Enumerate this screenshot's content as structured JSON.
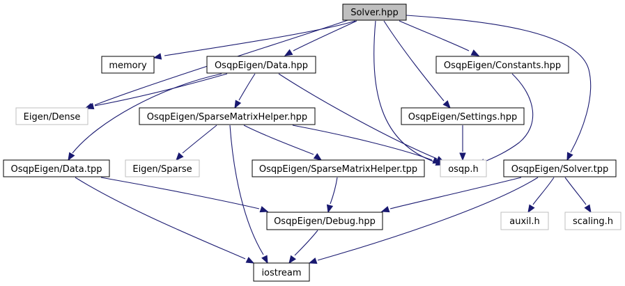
{
  "colors": {
    "edge": "#191970",
    "node_border": "#000000",
    "external_border": "#bfbfbf",
    "root_fill": "#bfbfbf",
    "node_fill": "#ffffff",
    "label_text": "#000000"
  },
  "nodes": {
    "solver_hpp": {
      "label": "Solver.hpp",
      "kind": "root"
    },
    "memory": {
      "label": "memory",
      "kind": "internal"
    },
    "data_hpp": {
      "label": "OsqpEigen/Data.hpp",
      "kind": "internal"
    },
    "constants_hpp": {
      "label": "OsqpEigen/Constants.hpp",
      "kind": "internal"
    },
    "eigen_dense": {
      "label": "Eigen/Dense",
      "kind": "external"
    },
    "sparse_helper_hpp": {
      "label": "OsqpEigen/SparseMatrixHelper.hpp",
      "kind": "internal"
    },
    "settings_hpp": {
      "label": "OsqpEigen/Settings.hpp",
      "kind": "internal"
    },
    "data_tpp": {
      "label": "OsqpEigen/Data.tpp",
      "kind": "internal"
    },
    "eigen_sparse": {
      "label": "Eigen/Sparse",
      "kind": "external"
    },
    "sparse_helper_tpp": {
      "label": "OsqpEigen/SparseMatrixHelper.tpp",
      "kind": "internal"
    },
    "osqp_h": {
      "label": "osqp.h",
      "kind": "external"
    },
    "solver_tpp": {
      "label": "OsqpEigen/Solver.tpp",
      "kind": "internal"
    },
    "debug_hpp": {
      "label": "OsqpEigen/Debug.hpp",
      "kind": "internal"
    },
    "auxil_h": {
      "label": "auxil.h",
      "kind": "external"
    },
    "scaling_h": {
      "label": "scaling.h",
      "kind": "external"
    },
    "iostream": {
      "label": "iostream",
      "kind": "internal"
    }
  },
  "edges": [
    {
      "from": "solver_hpp",
      "to": "memory"
    },
    {
      "from": "solver_hpp",
      "to": "data_hpp"
    },
    {
      "from": "solver_hpp",
      "to": "eigen_dense"
    },
    {
      "from": "solver_hpp",
      "to": "constants_hpp"
    },
    {
      "from": "solver_hpp",
      "to": "settings_hpp"
    },
    {
      "from": "solver_hpp",
      "to": "osqp_h"
    },
    {
      "from": "solver_hpp",
      "to": "solver_tpp"
    },
    {
      "from": "data_hpp",
      "to": "eigen_dense"
    },
    {
      "from": "data_hpp",
      "to": "sparse_helper_hpp"
    },
    {
      "from": "data_hpp",
      "to": "osqp_h"
    },
    {
      "from": "data_hpp",
      "to": "data_tpp"
    },
    {
      "from": "constants_hpp",
      "to": "osqp_h"
    },
    {
      "from": "sparse_helper_hpp",
      "to": "eigen_sparse"
    },
    {
      "from": "sparse_helper_hpp",
      "to": "sparse_helper_tpp"
    },
    {
      "from": "sparse_helper_hpp",
      "to": "osqp_h"
    },
    {
      "from": "sparse_helper_hpp",
      "to": "iostream"
    },
    {
      "from": "settings_hpp",
      "to": "osqp_h"
    },
    {
      "from": "data_tpp",
      "to": "debug_hpp"
    },
    {
      "from": "data_tpp",
      "to": "iostream"
    },
    {
      "from": "sparse_helper_tpp",
      "to": "debug_hpp"
    },
    {
      "from": "solver_tpp",
      "to": "debug_hpp"
    },
    {
      "from": "solver_tpp",
      "to": "iostream"
    },
    {
      "from": "solver_tpp",
      "to": "auxil_h"
    },
    {
      "from": "solver_tpp",
      "to": "scaling_h"
    },
    {
      "from": "debug_hpp",
      "to": "iostream"
    }
  ]
}
